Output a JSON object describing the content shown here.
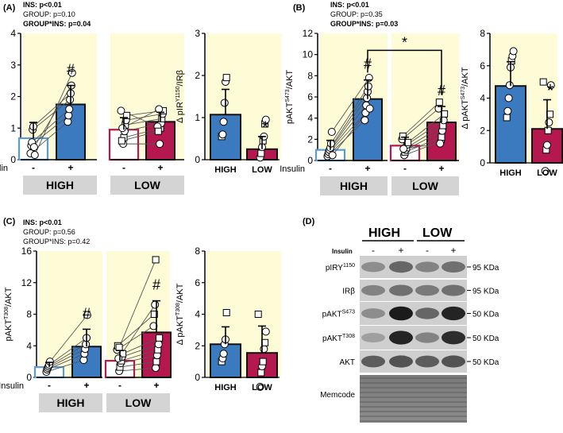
{
  "colors": {
    "panel_bg": "#fefcd6",
    "high": "#3b7abf",
    "high_light": "#5b9bd5",
    "low": "#b5174f",
    "group_box": "#d4d4d4"
  },
  "panel_letters": [
    "(A)",
    "(B)",
    "(C)",
    "(D)"
  ],
  "group_labels": {
    "high": "HIGH",
    "low": "LOW"
  },
  "insulin": {
    "label": "Insulin",
    "minus": "-",
    "plus": "+"
  },
  "stats": {
    "A": [
      "INS: p<0.01",
      "GROUP: p=0.10",
      "GROUP*INS: p=0.04"
    ],
    "B": [
      "INS: p<0.01",
      "GROUP: p=0.35",
      "GROUP*INS: p=0.03"
    ],
    "C": [
      "INS: p<0.01",
      "GROUP: p=0.56",
      "GROUP*INS: p=0.42"
    ]
  },
  "markers": {
    "hash": "#",
    "star": "*"
  },
  "chart_data": [
    {
      "id": "A-main",
      "type": "bar",
      "ylabel": "pIR^Y1150/IRβ",
      "ylim": [
        0,
        4
      ],
      "yticks": [
        0,
        1,
        2,
        3,
        4
      ],
      "categories": [
        "HIGH -",
        "HIGH +",
        "LOW -",
        "LOW +"
      ],
      "values": [
        0.68,
        1.75,
        0.95,
        1.2
      ],
      "errors": [
        0.5,
        0.6,
        0.38,
        0.3
      ],
      "significance": {
        "HIGH +": "#"
      }
    },
    {
      "id": "A-delta",
      "type": "bar",
      "ylabel": "Δ pIR^Y1150/IRβ",
      "ylim": [
        0,
        3
      ],
      "yticks": [
        0,
        1,
        2,
        3
      ],
      "categories": [
        "HIGH",
        "LOW"
      ],
      "values": [
        1.07,
        0.25
      ],
      "errors": [
        0.6,
        0.3
      ],
      "points": {
        "HIGH": [
          0.55,
          0.6,
          0.9,
          1.35,
          1.85,
          1.95
        ],
        "LOW": [
          0.05,
          0.15,
          0.3,
          0.45,
          0.55,
          0.85,
          0.95
        ]
      },
      "significance": {
        "LOW": "*"
      }
    },
    {
      "id": "B-main",
      "type": "bar",
      "ylabel": "pAKT^S473/AKT",
      "ylim": [
        0,
        12
      ],
      "yticks": [
        0,
        2,
        4,
        6,
        8,
        10,
        12
      ],
      "categories": [
        "HIGH -",
        "HIGH +",
        "LOW -",
        "LOW +"
      ],
      "values": [
        1.0,
        5.8,
        1.4,
        3.6
      ],
      "errors": [
        0.9,
        1.8,
        0.8,
        1.5
      ],
      "significance": {
        "HIGH +": "#",
        "LOW +": "#",
        "HIGH + vs LOW +": "*"
      }
    },
    {
      "id": "B-delta",
      "type": "bar",
      "ylabel": "Δ pAKT^S473/AKT",
      "ylim": [
        0,
        8
      ],
      "yticks": [
        0,
        2,
        4,
        6,
        8
      ],
      "categories": [
        "HIGH",
        "LOW"
      ],
      "values": [
        4.75,
        2.1
      ],
      "errors": [
        1.5,
        1.8
      ],
      "points": {
        "HIGH": [
          2.8,
          3.2,
          4.0,
          4.8,
          5.9,
          6.3,
          6.6,
          6.9
        ],
        "LOW": [
          -0.5,
          0.8,
          1.1,
          2.0,
          2.5,
          3.0,
          4.8,
          5.0
        ]
      },
      "significance": {
        "LOW": "*"
      }
    },
    {
      "id": "C-main",
      "type": "bar",
      "ylabel": "pAKT^T308/AKT",
      "ylim": [
        0,
        16
      ],
      "yticks": [
        0,
        4,
        8,
        12,
        16
      ],
      "categories": [
        "HIGH -",
        "HIGH +",
        "LOW -",
        "LOW +"
      ],
      "values": [
        1.3,
        3.9,
        2.1,
        5.7
      ],
      "errors": [
        0.6,
        2.2,
        1.3,
        4.0
      ],
      "significance": {
        "HIGH +": "#",
        "LOW +": "#"
      }
    },
    {
      "id": "C-delta",
      "type": "bar",
      "ylabel": "Δ pAKT^T308/AKT",
      "ylim": [
        0,
        8
      ],
      "yticks": [
        0,
        2,
        4,
        6,
        8
      ],
      "categories": [
        "HIGH",
        "LOW"
      ],
      "values": [
        2.1,
        1.55
      ],
      "errors": [
        1.1,
        1.7
      ],
      "points": {
        "HIGH": [
          1.0,
          1.2,
          1.5,
          2.1,
          2.4,
          4.1
        ],
        "LOW": [
          -0.6,
          0.3,
          0.7,
          1.0,
          1.8,
          2.2,
          2.9,
          4.0
        ]
      }
    }
  ],
  "western": {
    "groups": [
      "HIGH",
      "LOW"
    ],
    "insulin_label": "Insulin",
    "lanes": [
      "-",
      "+",
      "-",
      "+"
    ],
    "rows": [
      {
        "label": "pIRY",
        "sup": "1150",
        "kda": "95 KDa"
      },
      {
        "label": "IRβ",
        "sup": "",
        "kda": "95 KDa"
      },
      {
        "label": "pAKT",
        "sup": "S473",
        "kda": "50 KDa"
      },
      {
        "label": "pAKT",
        "sup": "T308",
        "kda": "50 KDa"
      },
      {
        "label": "AKT",
        "sup": "",
        "kda": "50 KDa"
      },
      {
        "label": "Memcode",
        "sup": "",
        "kda": ""
      }
    ]
  }
}
